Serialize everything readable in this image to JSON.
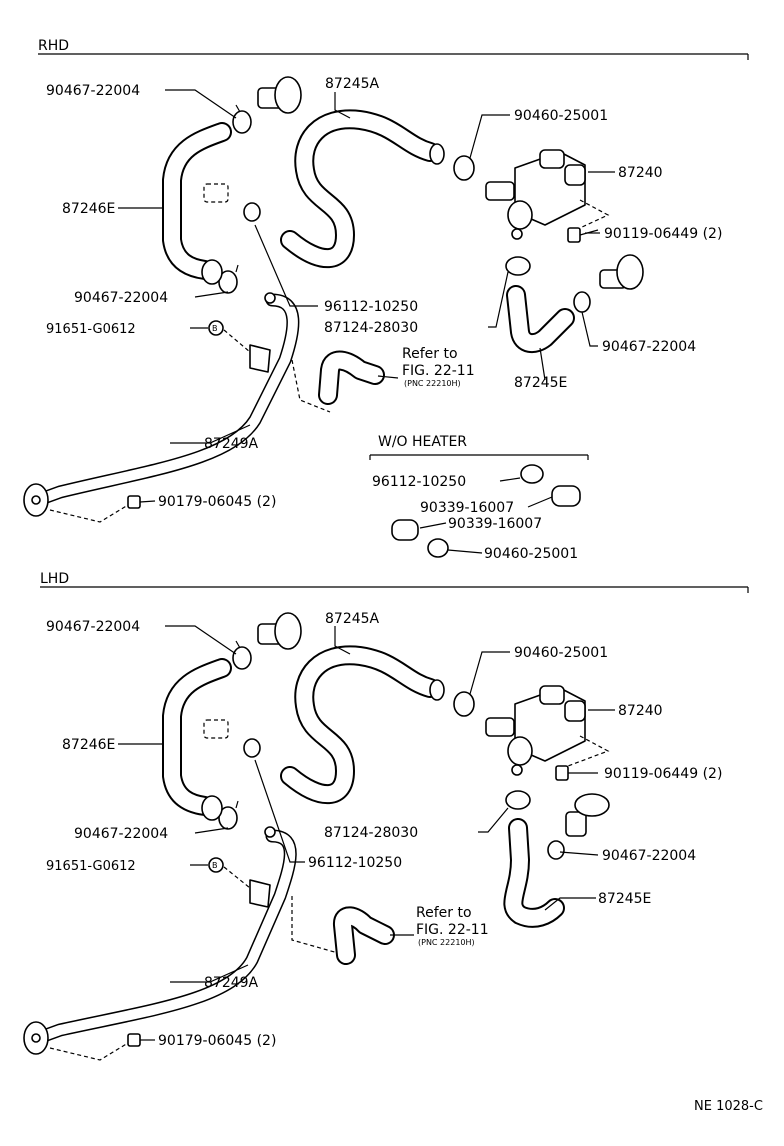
{
  "sections": {
    "rhd": "RHD",
    "lhd": "LHD",
    "wo_heater": "W/O HEATER"
  },
  "parts": {
    "p90467_22004": "90467-22004",
    "p87245A": "87245A",
    "p90460_25001": "90460-25001",
    "p87240": "87240",
    "p87246E": "87246E",
    "p90119_06449": "90119-06449 (2)",
    "p96112_10250": "96112-10250",
    "p87124_28030": "87124-28030",
    "p91651_G0612": "91651-G0612",
    "p87245E": "87245E",
    "p87249A": "87249A",
    "p90179_06045": "90179-06045 (2)",
    "p90339_16007": "90339-16007",
    "p90460_25001_b": "90460-25001"
  },
  "refer": {
    "line1": "Refer to",
    "line2": "FIG. 22-11",
    "pnc": "(PNC 22210H)"
  },
  "marker": "B",
  "figure_code": "NE 1028-C"
}
